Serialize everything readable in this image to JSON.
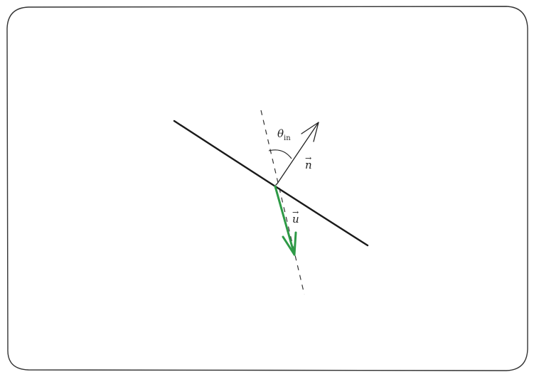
{
  "diagram": {
    "labels": {
      "theta_symbol": "θ",
      "theta_subscript": "in",
      "normal_label": "n",
      "normal_arrow_accent": "→",
      "direction_label": "u",
      "direction_arrow_accent": "→"
    },
    "colors": {
      "frame": "#333333",
      "surface": "#1a1a1a",
      "normal": "#222222",
      "incident_ray": "#2e9a46",
      "guide": "#333333"
    }
  }
}
